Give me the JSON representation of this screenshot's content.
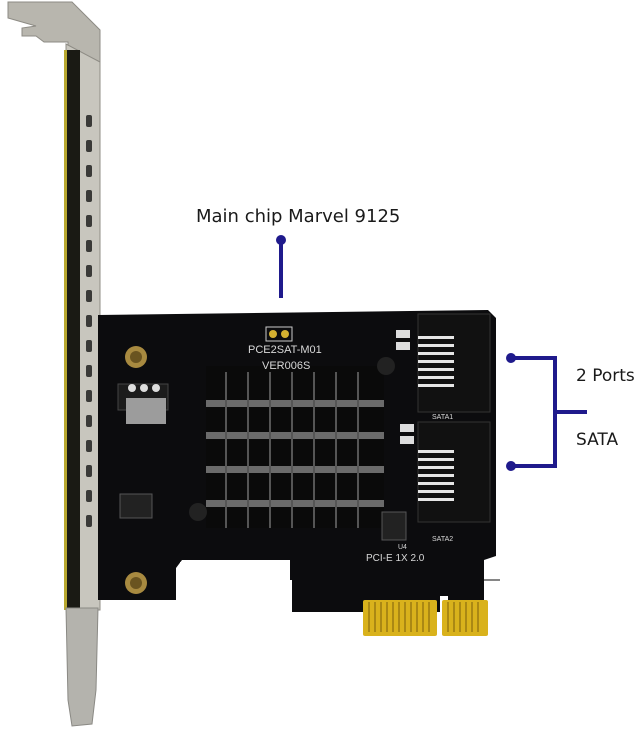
{
  "annotations": {
    "chip_label": "Main chip Marvel 9125",
    "ports_label": "2 Ports",
    "sata_label": "SATA",
    "callout_color": "#1f1a8c"
  },
  "pcb": {
    "model": "PCE2SAT-M01",
    "version": "VER006S",
    "interface": "PCI-E 1X  2.0",
    "port1_silk": "SATA1",
    "port2_silk": "SATA2",
    "chip_ref": "U4",
    "board_color": "#0c0c0e",
    "gold_color": "#d9b21c"
  }
}
